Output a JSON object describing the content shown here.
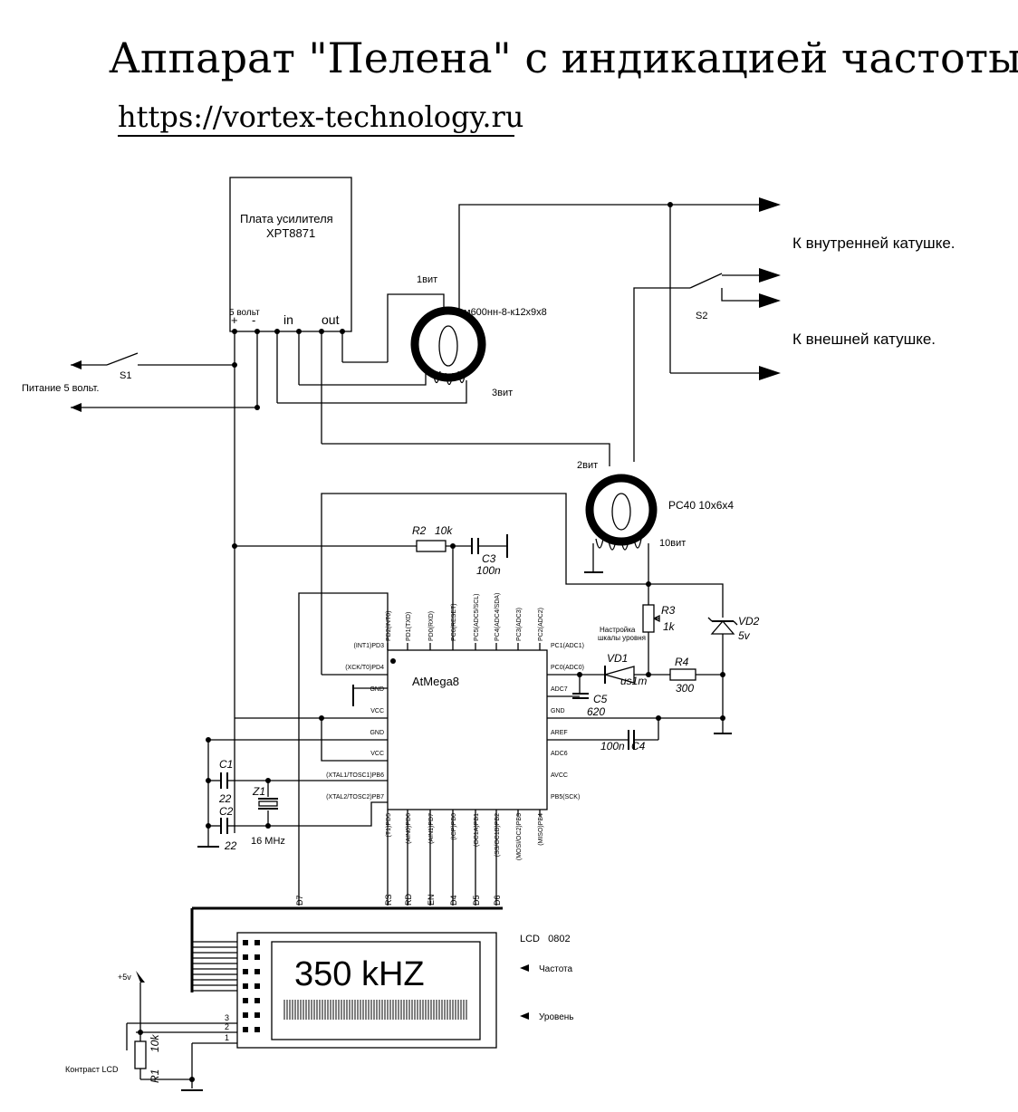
{
  "header": {
    "title": "Аппарат \"Пелена\" с индикацией частоты.",
    "url": "https://vortex-technology.ru"
  },
  "amp": {
    "name_line1": "Плата усилителя",
    "name_line2": "XPT8871",
    "v5": "5 вольт",
    "plus": "+",
    "minus": "-",
    "in": "in",
    "out": "out"
  },
  "power": {
    "switch": "S1",
    "label": "Питание 5 вольт."
  },
  "toroid1": {
    "name": "м600нн-8-к12х9х8",
    "w1": "1вит",
    "w3": "3вит"
  },
  "toroid2": {
    "name": "PC40 10x6x4",
    "w2": "2вит",
    "w10": "10вит"
  },
  "outputs": {
    "inner": "К внутренней катушке.",
    "outer": "К внешней катушке.",
    "switch": "S2"
  },
  "mcu": {
    "name": "AtMega8",
    "top_pins": [
      "PD2(INT0)",
      "PD1(TXD)",
      "PD0(RXD)",
      "PC6(RESET)",
      "PC5(ADC5/SCL)",
      "PC4(ADC4/SDA)",
      "PC3(ADC3)",
      "PC2(ADC2)"
    ],
    "left_pins": [
      "(INT1)PD3",
      "(XCK/T0)PD4",
      "GND",
      "VCC",
      "GND",
      "VCC",
      "(XTAL1/TOSC1)PB6",
      "(XTAL2/TOSC2)PB7"
    ],
    "right_pins": [
      "PC1(ADC1)",
      "PC0(ADC0)",
      "ADC7",
      "GND",
      "AREF",
      "ADC6",
      "AVCC",
      "PB5(SCK)"
    ],
    "bottom_pins": [
      "(T1)PD5",
      "(AIN0)PD6",
      "(AIN1)PD7",
      "(ICP)PB0",
      "(OC1A)PB1",
      "(SS/OC1B)PB2",
      "(MOSI/OC2)PB3",
      "(MISO)PB4"
    ]
  },
  "components": {
    "r2": "R2",
    "r2v": "10k",
    "c3": "C3",
    "c3v": "100n",
    "r3": "R3",
    "r3v": "1k",
    "r3note1": "Настройка",
    "r3note2": "шкалы уровня",
    "vd2": "VD2",
    "vd2v": "5v",
    "vd1": "VD1",
    "vd1v": "us1m",
    "r4": "R4",
    "r4v": "300",
    "c5": "C5",
    "c5v": "620",
    "c4": "C4",
    "c4v": "100n",
    "c1": "C1",
    "c1v": "22",
    "c2": "C2",
    "c2v": "22",
    "z1": "Z1",
    "z1v": "16 MHz",
    "r1": "R1",
    "r1v": "10k"
  },
  "lcd_bus": [
    "D7",
    "RS",
    "RD",
    "EN",
    "D4",
    "D5",
    "D6"
  ],
  "lcd": {
    "name": "LCD   0802",
    "display": "350 kHZ",
    "freq": "Частота",
    "level": "Уровень",
    "pin3": "3",
    "pin2": "2",
    "pin1": "1",
    "vplus": "+5v",
    "contrast": "Контраст LCD"
  }
}
